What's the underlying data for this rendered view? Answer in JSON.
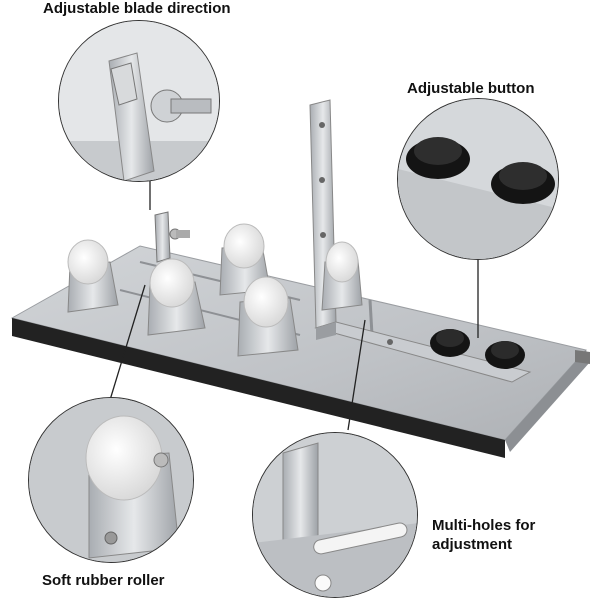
{
  "callouts": {
    "blade": {
      "label": "Adjustable blade direction"
    },
    "button": {
      "label": "Adjustable button"
    },
    "roller": {
      "label": "Soft rubber roller"
    },
    "holes": {
      "label_line1": "Multi-holes for",
      "label_line2": "adjustment"
    }
  },
  "colors": {
    "base_plate": "#c3c6c9",
    "base_edge": "#2a2a2a",
    "roller": "#f2f2f2",
    "knob": "#141414",
    "text": "#111111"
  }
}
